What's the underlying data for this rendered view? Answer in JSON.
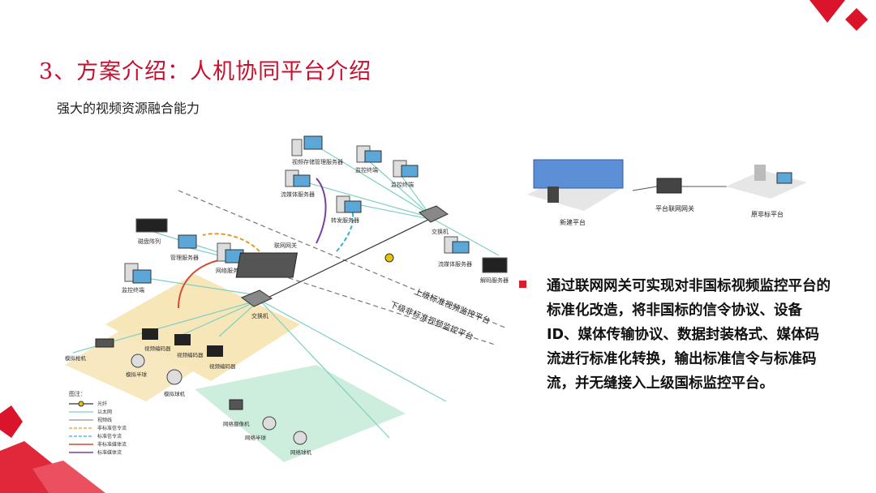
{
  "header": {
    "title": "3、方案介绍：人机协同平台介绍",
    "subtitle": "强大的视频资源融合能力"
  },
  "colors": {
    "accent": "#c8102e",
    "deco_red": "#d9142b",
    "upper_zone": "#f6e6b8",
    "lower_zone": "#cdeedd",
    "link_line": "#7fcfc5",
    "red_flow": "#d64a3a",
    "purple_flow": "#7b3fa0",
    "cyan_flow": "#3ab0c8"
  },
  "diagram": {
    "upper_platform_label": "上级标准视频监控平台",
    "lower_platform_label": "下级非标准视频监控平台",
    "nodes": {
      "top_server_1": "视频存储管理服务器",
      "top_server_2": "监控终端",
      "top_server_3": "监控终端",
      "stream_server": "流媒体服务器",
      "forward_server": "转发服务器",
      "switch_top": "交换机",
      "storage_device": "磁盘阵列",
      "nvr_mid": "管理服务器",
      "gateway": "联网网关",
      "web_server": "网络服务器",
      "media_server": "流媒体服务器",
      "decoder_right": "解码服务器",
      "management_client": "监控终端",
      "switch_bottom": "交换机",
      "encoder_1": "视频编码器",
      "encoder_2": "视频编码器",
      "encoder_3": "视频编码器",
      "camera_box": "模拟枪机",
      "camera_dome_1": "模拟半球",
      "camera_dome_2": "模拟球机",
      "ipc_1": "网络摄像机",
      "ipc_2": "网络半球",
      "ipc_3": "网络球机"
    },
    "legend": {
      "title": "图注：",
      "items": [
        {
          "label": "光纤",
          "style": "fiber"
        },
        {
          "label": "以太网",
          "style": "ethernet"
        },
        {
          "label": "视频线",
          "style": "video"
        },
        {
          "label": "非标准信令流",
          "style": "dash-orange"
        },
        {
          "label": "标准信令流",
          "style": "dash-cyan"
        },
        {
          "label": "非标准媒体流",
          "style": "solid-red"
        },
        {
          "label": "标准媒体流",
          "style": "solid-purple"
        }
      ]
    }
  },
  "mini_diagram": {
    "left_label": "新建平台",
    "center_label": "平台联网网关",
    "right_label": "原非标平台"
  },
  "bullet": {
    "text": "通过联网网关可实现对非国标视频监控平台的标准化改造，将非国标的信令协议、设备ID、媒体传输协议、数据封装格式、媒体码流进行标准化转换，输出标准信令与标准码流，并无缝接入上级国标监控平台。"
  }
}
